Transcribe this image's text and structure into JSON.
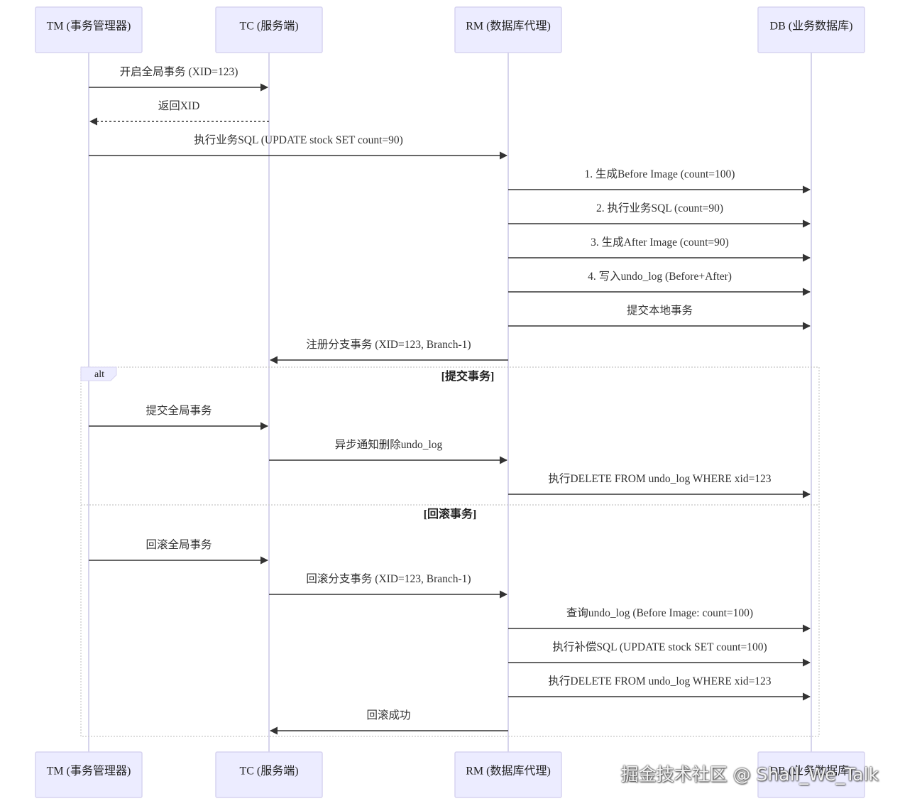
{
  "participants": [
    {
      "id": "TM",
      "label": "TM (事务管理器)"
    },
    {
      "id": "TC",
      "label": "TC (服务端)"
    },
    {
      "id": "RM",
      "label": "RM (数据库代理)"
    },
    {
      "id": "DB",
      "label": "DB (业务数据库)"
    }
  ],
  "messages": [
    {
      "from": "TM",
      "to": "TC",
      "text": "开启全局事务 (XID=123)",
      "style": "solid"
    },
    {
      "from": "TC",
      "to": "TM",
      "text": "返回XID",
      "style": "dotted"
    },
    {
      "from": "TM",
      "to": "RM",
      "text": "执行业务SQL (UPDATE stock SET count=90)",
      "style": "solid"
    },
    {
      "from": "RM",
      "to": "DB",
      "text": "1. 生成Before Image (count=100)",
      "style": "solid"
    },
    {
      "from": "RM",
      "to": "DB",
      "text": "2. 执行业务SQL (count=90)",
      "style": "solid"
    },
    {
      "from": "RM",
      "to": "DB",
      "text": "3. 生成After Image (count=90)",
      "style": "solid"
    },
    {
      "from": "RM",
      "to": "DB",
      "text": "4. 写入undo_log (Before+After)",
      "style": "solid"
    },
    {
      "from": "RM",
      "to": "DB",
      "text": "提交本地事务",
      "style": "solid"
    },
    {
      "from": "RM",
      "to": "TC",
      "text": "注册分支事务 (XID=123, Branch-1)",
      "style": "solid"
    }
  ],
  "alt": {
    "tag": "alt",
    "sections": [
      {
        "label": "[提交事务]",
        "messages": [
          {
            "from": "TM",
            "to": "TC",
            "text": "提交全局事务",
            "style": "solid"
          },
          {
            "from": "TC",
            "to": "RM",
            "text": "异步通知删除undo_log",
            "style": "solid"
          },
          {
            "from": "RM",
            "to": "DB",
            "text": "执行DELETE FROM undo_log WHERE xid=123",
            "style": "solid"
          }
        ]
      },
      {
        "label": "[回滚事务]",
        "messages": [
          {
            "from": "TM",
            "to": "TC",
            "text": "回滚全局事务",
            "style": "solid"
          },
          {
            "from": "TC",
            "to": "RM",
            "text": "回滚分支事务 (XID=123, Branch-1)",
            "style": "solid"
          },
          {
            "from": "RM",
            "to": "DB",
            "text": "查询undo_log (Before Image: count=100)",
            "style": "solid"
          },
          {
            "from": "RM",
            "to": "DB",
            "text": "执行补偿SQL (UPDATE stock SET count=100)",
            "style": "solid"
          },
          {
            "from": "RM",
            "to": "DB",
            "text": "执行DELETE FROM undo_log WHERE xid=123",
            "style": "solid"
          },
          {
            "from": "RM",
            "to": "TC",
            "text": "回滚成功",
            "style": "solid"
          }
        ]
      }
    ]
  },
  "watermark": "掘金技术社区 @ Shall_We_Talk"
}
